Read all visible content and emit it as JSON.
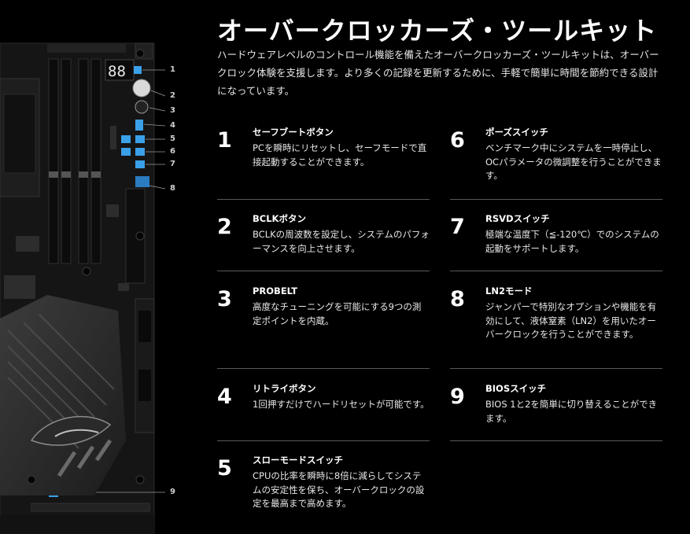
{
  "header": {
    "title": "オーバークロッカーズ・ツールキット",
    "intro": "ハードウェアレベルのコントロール機能を備えたオーバークロッカーズ・ツールキットは、オーバークロック体験を支援します。より多くの記録を更新するために、手軽で簡単に時間を節約できる設計になっています。"
  },
  "board": {
    "display_text": "88",
    "callouts": [
      "1",
      "2",
      "3",
      "4",
      "5",
      "6",
      "7",
      "8",
      "9"
    ],
    "accent_color": "#3aa0e8"
  },
  "features": [
    {
      "num": "1",
      "title": "セーフブートボタン",
      "desc": "PCを瞬時にリセットし、セーフモードで直接起動することができます。"
    },
    {
      "num": "2",
      "title": "BCLKボタン",
      "desc": "BCLKの周波数を設定し、システムのパフォーマンスを向上させます。"
    },
    {
      "num": "3",
      "title": "PROBELT",
      "desc": "高度なチューニングを可能にする9つの測定ポイントを内蔵。"
    },
    {
      "num": "4",
      "title": "リトライボタン",
      "desc": "1回押すだけでハードリセットが可能です。"
    },
    {
      "num": "5",
      "title": "スローモードスイッチ",
      "desc": "CPUの比率を瞬時に8倍に減らしてシステムの安定性を保ち、オーバークロックの設定を最高まで高めます。"
    },
    {
      "num": "6",
      "title": "ポーズスイッチ",
      "desc": "ベンチマーク中にシステムを一時停止し、OCパラメータの微調整を行うことができます。"
    },
    {
      "num": "7",
      "title": "RSVDスイッチ",
      "desc": "極端な温度下（≦-120℃）でのシステムの起動をサポートします。"
    },
    {
      "num": "8",
      "title": "LN2モード",
      "desc": "ジャンパーで特別なオプションや機能を有効にして、液体窒素（LN2）を用いたオーバークロックを行うことができます。"
    },
    {
      "num": "9",
      "title": "BIOSスイッチ",
      "desc": "BIOS 1と2を簡単に切り替えることができます。"
    }
  ]
}
